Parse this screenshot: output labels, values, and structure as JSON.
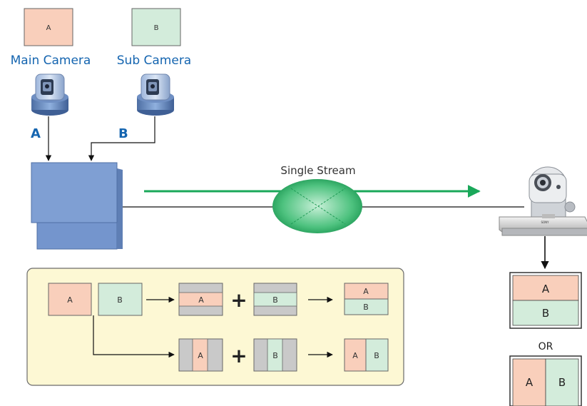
{
  "cameras": {
    "main_label": "Main Camera",
    "sub_label": "Sub Camera",
    "main_thumb": "A",
    "sub_thumb": "B",
    "main_line": "A",
    "sub_line": "B"
  },
  "stream": {
    "label": "Single Stream"
  },
  "process": {
    "src_a": "A",
    "src_b": "B",
    "row1_frame_a": "A",
    "row1_frame_b": "B",
    "row1_result_top": "A",
    "row1_result_bottom": "B",
    "row2_frame_a": "A",
    "row2_frame_b": "B",
    "row2_result_left": "A",
    "row2_result_right": "B",
    "plus": "+"
  },
  "output": {
    "top_label": "A",
    "bottom_label": "B",
    "or_label": "OR",
    "left_label": "A",
    "right_label": "B",
    "brand": "SONY"
  },
  "colors": {
    "salmon": "#f9cfbb",
    "mint": "#d3ecdb",
    "accent_blue": "#1565b0",
    "stream_green": "#1aa85a",
    "panel_yellow": "#fdf8d4",
    "codec_blue": "#7f9fd3",
    "gray_band": "#c9c9c9"
  }
}
